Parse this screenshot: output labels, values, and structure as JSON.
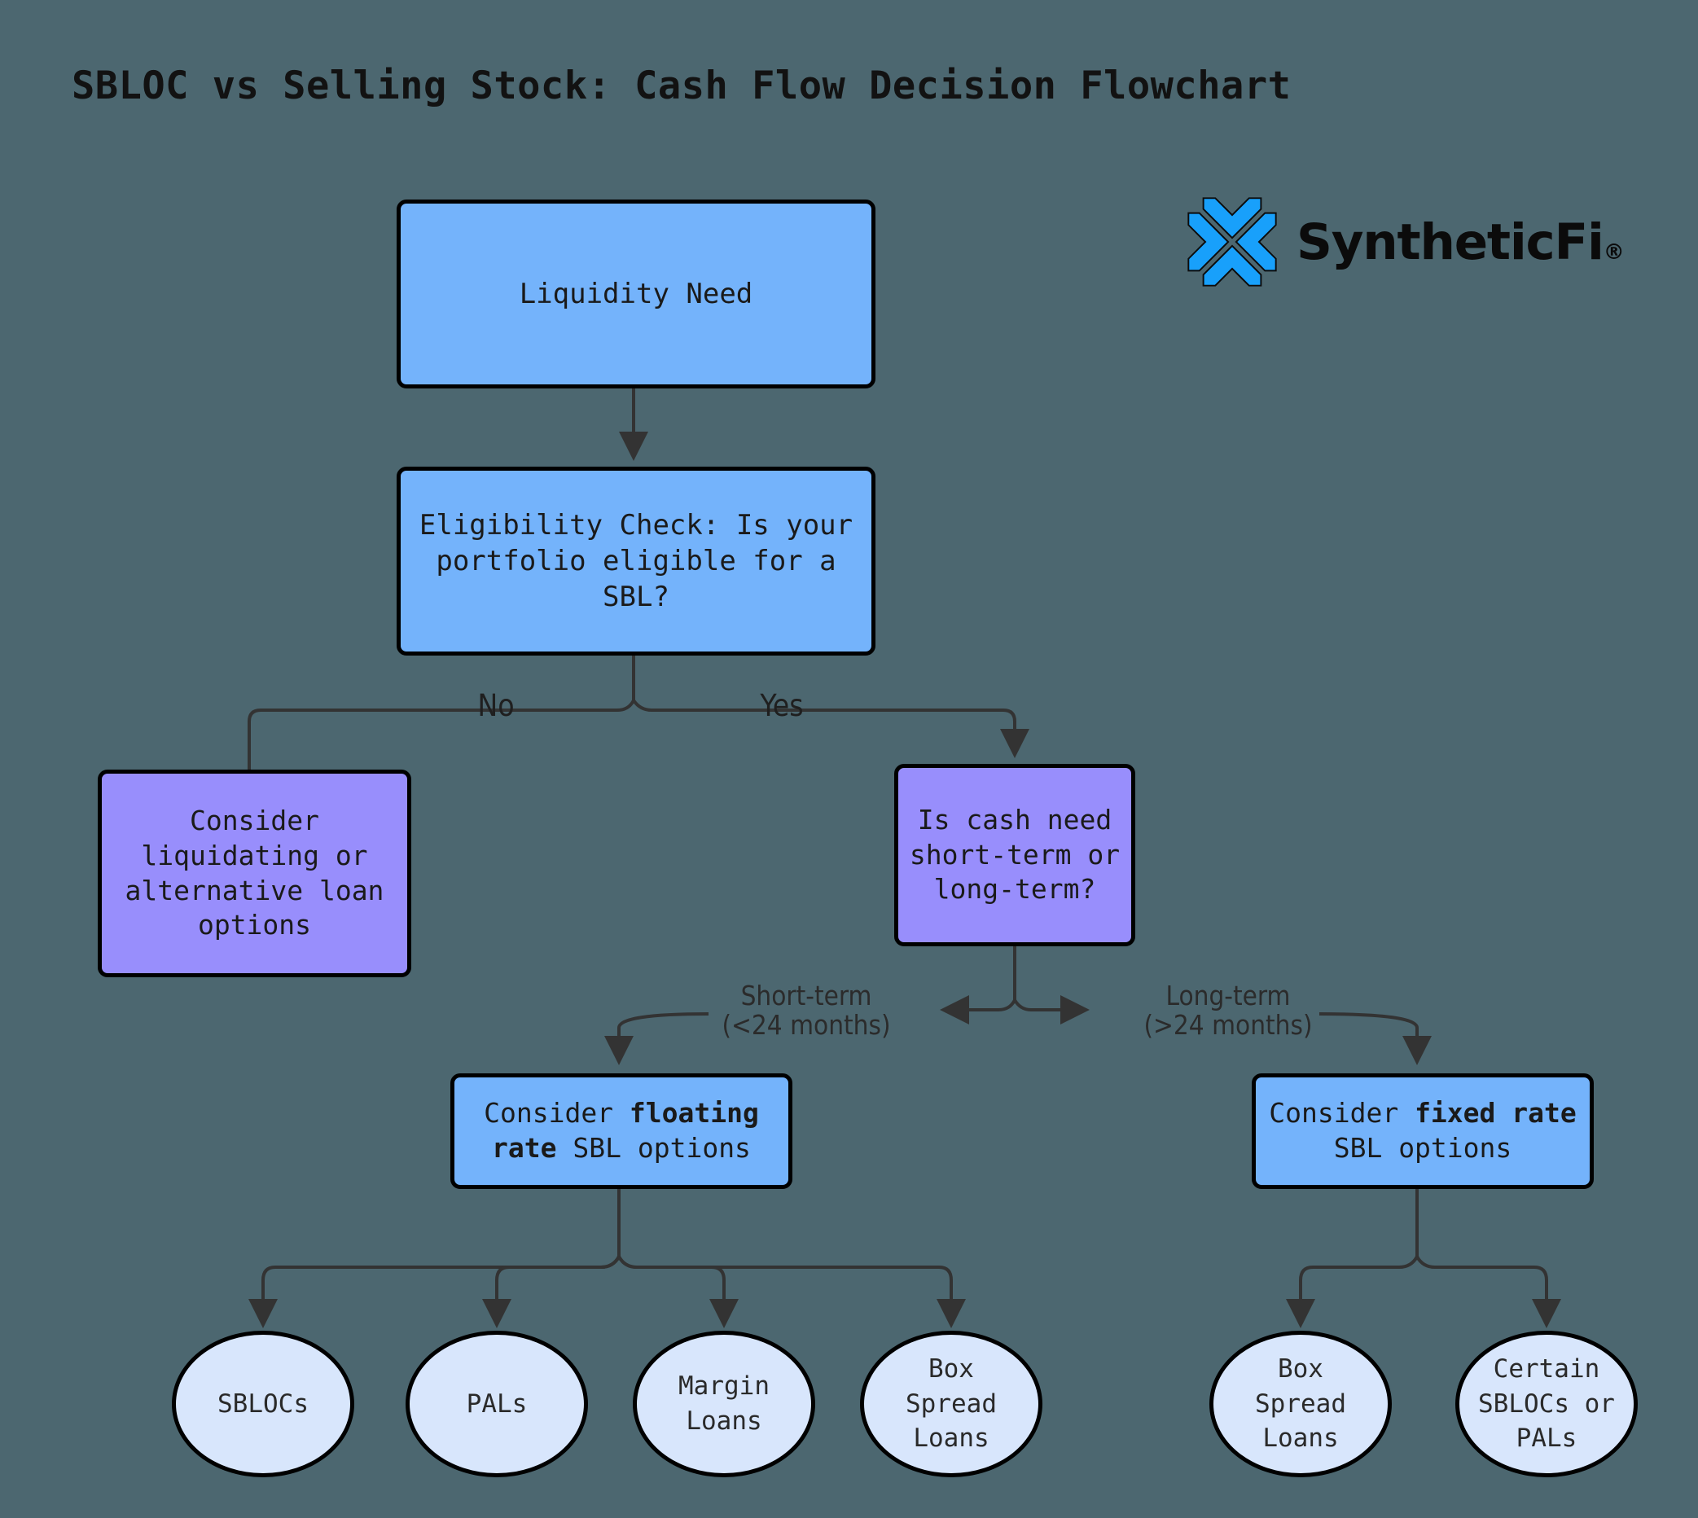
{
  "page": {
    "title": "SBLOC vs Selling Stock: Cash Flow Decision Flowchart",
    "background_color": "#4c6770"
  },
  "brand": {
    "name": "SyntheticFi",
    "registered_mark": "®",
    "mark_icon": "syntheticfi-x-logo",
    "accent_color": "#18a0fb"
  },
  "colors": {
    "process_blue": "#74b3fb",
    "decision_purple": "#988efc",
    "terminal_light_blue": "#d8e6fc",
    "node_border": "#000000",
    "edge_stroke": "#333333"
  },
  "nodes": {
    "liquidity_need": "Liquidity Need",
    "eligibility_check": "Eligibility Check: Is your\nportfolio eligible for a\nSBL?",
    "consider_liquidating": "Consider\nliquidating or\nalternative loan\noptions",
    "cash_need_term": "Is cash need\nshort-term or\nlong-term?",
    "floating_rate": {
      "prefix": "Consider ",
      "bold": "floating\nrate",
      "suffix": " SBL options",
      "full": "Consider floating rate SBL options"
    },
    "fixed_rate": {
      "prefix": "Consider ",
      "bold": "fixed rate",
      "suffix": "\nSBL options",
      "full": "Consider fixed rate SBL options"
    }
  },
  "edge_labels": {
    "no": "No",
    "yes": "Yes",
    "short_term": "Short-term\n(<24 months)",
    "long_term": "Long-term\n(>24 months)"
  },
  "outcomes": {
    "floating": [
      "SBLOCs",
      "PALs",
      "Margin\nLoans",
      "Box\nSpread\nLoans"
    ],
    "fixed": [
      "Box\nSpread\nLoans",
      "Certain\nSBLOCs or\nPALs"
    ]
  },
  "chart_data": {
    "type": "diagram",
    "title": "SBLOC vs Selling Stock: Cash Flow Decision Flowchart",
    "diagram_kind": "decision-flowchart",
    "orientation": "top-down",
    "nodes": [
      {
        "id": "n1",
        "label": "Liquidity Need",
        "shape": "rounded-rect",
        "fill": "#74b3fb"
      },
      {
        "id": "n2",
        "label": "Eligibility Check: Is your portfolio eligible for a SBL?",
        "shape": "rounded-rect",
        "fill": "#74b3fb"
      },
      {
        "id": "n3",
        "label": "Consider liquidating or alternative loan options",
        "shape": "rounded-rect",
        "fill": "#988efc"
      },
      {
        "id": "n4",
        "label": "Is cash need short-term or long-term?",
        "shape": "rounded-rect",
        "fill": "#988efc"
      },
      {
        "id": "n5",
        "label": "Consider floating rate SBL options",
        "shape": "rounded-rect",
        "fill": "#74b3fb"
      },
      {
        "id": "n6",
        "label": "Consider fixed rate SBL options",
        "shape": "rounded-rect",
        "fill": "#74b3fb"
      },
      {
        "id": "o1",
        "label": "SBLOCs",
        "shape": "ellipse",
        "fill": "#d8e6fc"
      },
      {
        "id": "o2",
        "label": "PALs",
        "shape": "ellipse",
        "fill": "#d8e6fc"
      },
      {
        "id": "o3",
        "label": "Margin Loans",
        "shape": "ellipse",
        "fill": "#d8e6fc"
      },
      {
        "id": "o4",
        "label": "Box Spread Loans",
        "shape": "ellipse",
        "fill": "#d8e6fc"
      },
      {
        "id": "o5",
        "label": "Box Spread Loans",
        "shape": "ellipse",
        "fill": "#d8e6fc"
      },
      {
        "id": "o6",
        "label": "Certain SBLOCs or PALs",
        "shape": "ellipse",
        "fill": "#d8e6fc"
      }
    ],
    "edges": [
      {
        "from": "n1",
        "to": "n2",
        "label": ""
      },
      {
        "from": "n2",
        "to": "n3",
        "label": "No"
      },
      {
        "from": "n2",
        "to": "n4",
        "label": "Yes"
      },
      {
        "from": "n4",
        "to": "n5",
        "label": "Short-term (<24 months)"
      },
      {
        "from": "n4",
        "to": "n6",
        "label": "Long-term (>24 months)"
      },
      {
        "from": "n5",
        "to": "o1",
        "label": ""
      },
      {
        "from": "n5",
        "to": "o2",
        "label": ""
      },
      {
        "from": "n5",
        "to": "o3",
        "label": ""
      },
      {
        "from": "n5",
        "to": "o4",
        "label": ""
      },
      {
        "from": "n6",
        "to": "o5",
        "label": ""
      },
      {
        "from": "n6",
        "to": "o6",
        "label": ""
      }
    ]
  }
}
